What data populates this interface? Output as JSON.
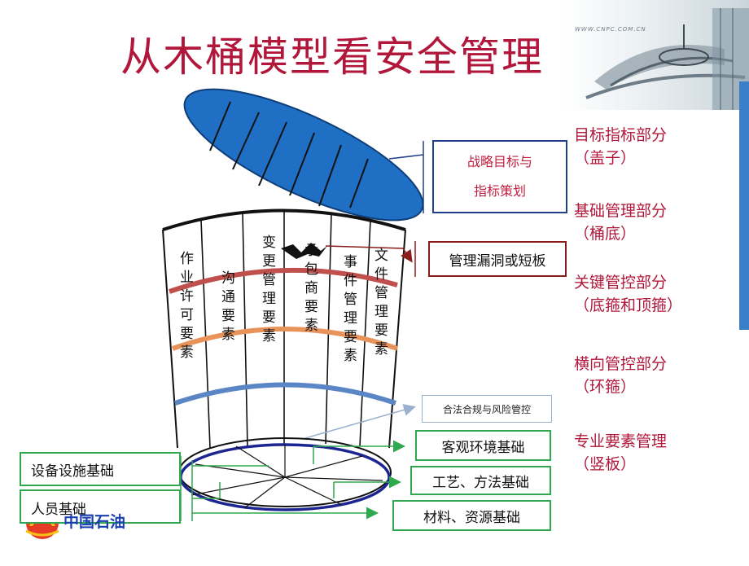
{
  "title": "从木桶模型看安全管理",
  "header_url": "WWW.CNPC.COM.CN",
  "right_labels": [
    {
      "line1": "目标指标部分",
      "line2": "（盖子）"
    },
    {
      "line1": "基础管理部分",
      "line2": "（桶底）"
    },
    {
      "line1": "关键管控部分",
      "line2": "（底箍和顶箍）"
    },
    {
      "line1": "横向管控部分",
      "line2": "（环箍）"
    },
    {
      "line1": "专业要素管理",
      "line2": "（竖板）"
    }
  ],
  "lid_label": {
    "line1": "战略目标与",
    "line2": "指标策划"
  },
  "loophole_label": "管理漏洞或短板",
  "compliance_label": "合法合规与风险管控",
  "staves": [
    "作业许可要素",
    "沟通要素",
    "变更管理要素",
    "承包商要素",
    "事件管理要素",
    "文件管理要素"
  ],
  "base_left": [
    "设备设施基础",
    "人员基础"
  ],
  "base_right": [
    "客观环境基础",
    "工艺、方法基础",
    "材料、资源基础"
  ],
  "logo_text": "中国石油",
  "colors": {
    "title": "#b0173a",
    "lid": "#1f6fc4",
    "hoop_top": "#c0504d",
    "hoop_middle": "#e8935a",
    "hoop_bottom": "#5b86c5",
    "bottom_ring": "#1c2590",
    "green_box": "#2fa84f"
  }
}
